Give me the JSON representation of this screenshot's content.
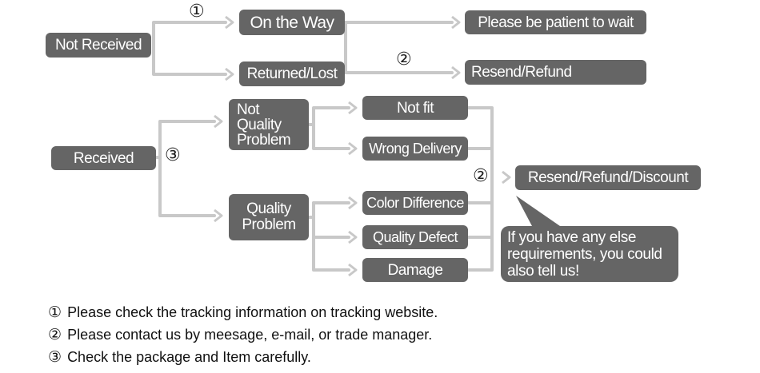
{
  "nodes": {
    "not_received": "Not Received",
    "on_the_way": "On the Way",
    "returned_lost": "Returned/Lost",
    "please_wait": "Please be patient to wait",
    "resend_refund": "Resend/Refund",
    "received": "Received",
    "not_quality_problem": "Not\nQuality\nProblem",
    "quality_problem": "Quality\nProblem",
    "not_fit": "Not fit",
    "wrong_delivery": "Wrong Delivery",
    "color_difference": "Color Difference",
    "quality_defect": "Quality Defect",
    "damage": "Damage",
    "resend_refund_discount": "Resend/Refund/Discount",
    "callout": "If you have any else\nrequirements, you could\nalso tell us!"
  },
  "markers": {
    "one": "①",
    "two": "②",
    "three": "③"
  },
  "notes": [
    {
      "num": "①",
      "text": "Please check the tracking information on tracking website."
    },
    {
      "num": "②",
      "text": "Please contact us by meesage, e-mail, or trade manager."
    },
    {
      "num": "③",
      "text": "Check the package and Item carefully."
    }
  ],
  "colors": {
    "box_fill": "#656565",
    "box_text": "#ffffff",
    "connector": "#c8c8c8"
  }
}
